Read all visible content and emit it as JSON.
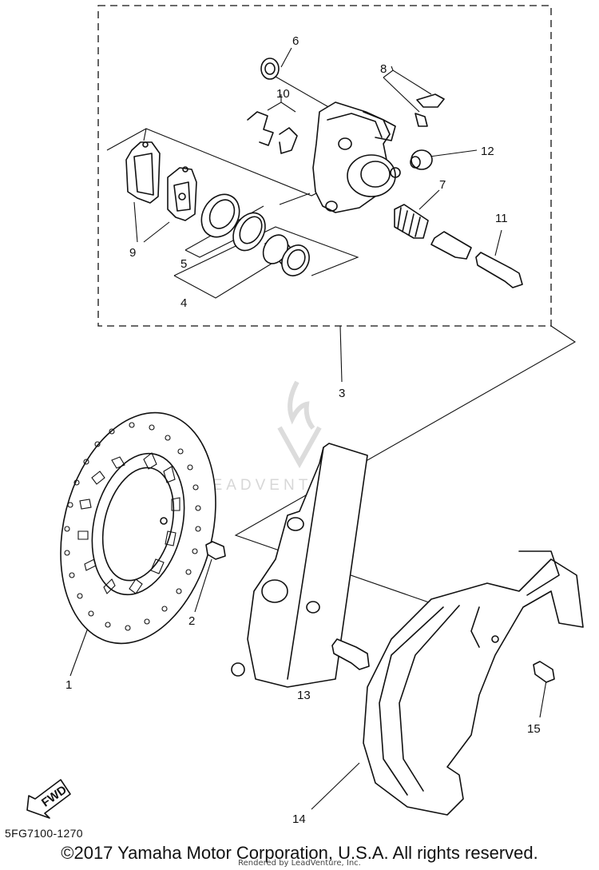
{
  "callouts": {
    "c1": "1",
    "c2": "2",
    "c3": "3",
    "c4": "4",
    "c5": "5",
    "c6": "6",
    "c7": "7",
    "c8": "8",
    "c9": "9",
    "c10": "10",
    "c11": "11",
    "c12": "12",
    "c13": "13",
    "c14": "14",
    "c15": "15"
  },
  "watermark": {
    "text": "LEADVENTURE"
  },
  "fwd_label": "FWD",
  "diagram_code": "5FG7100-1270",
  "copyright": "©2017 Yamaha Motor Corporation, U.S.A. All rights reserved.",
  "rendered_by": "Rendered by LeadVenture, Inc."
}
